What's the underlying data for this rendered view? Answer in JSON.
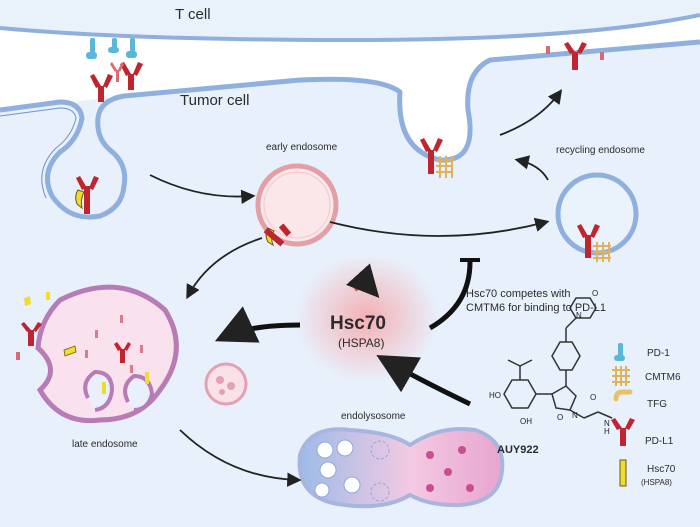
{
  "labels": {
    "t_cell": "T cell",
    "tumor_cell": "Tumor cell",
    "early_endosome": "early endosome",
    "recycling_endosome": "recycling endosome",
    "late_endosome": "late endosome",
    "endolysosome": "endolysosome",
    "hsc70_title": "Hsc70",
    "hsc70_subtitle": "(HSPA8)",
    "competition_note_line1": "Hsc70 competes with",
    "competition_note_line2": "CMTM6 for binding to PD-L1",
    "drug_name": "AUY922"
  },
  "legend": {
    "items": [
      {
        "label": "PD-1",
        "icon": "pd1-icon",
        "color": "#5bb7d6"
      },
      {
        "label": "CMTM6",
        "icon": "cmtm6-icon",
        "color": "#e0b35a"
      },
      {
        "label": "TFG",
        "icon": "tfg-icon",
        "color": "#e7c16a"
      },
      {
        "label": "PD-L1",
        "icon": "pdl1-icon",
        "color": "#c0242f"
      },
      {
        "label": "Hsc70",
        "sublabel": "(HSPA8)",
        "icon": "hsc70-icon",
        "color": "#f0dc2e"
      }
    ]
  },
  "molecule": {
    "atom_labels": [
      "HO",
      "OH",
      "O",
      "N",
      "O",
      "N",
      "H",
      "N",
      "O"
    ]
  },
  "colors": {
    "membrane": "#8fb0df",
    "cytoplasm": "#e8f0fb",
    "pdl1": "#c0242f",
    "hsc70": "#f0dc2e",
    "late_endosome": "#b77bb6"
  }
}
